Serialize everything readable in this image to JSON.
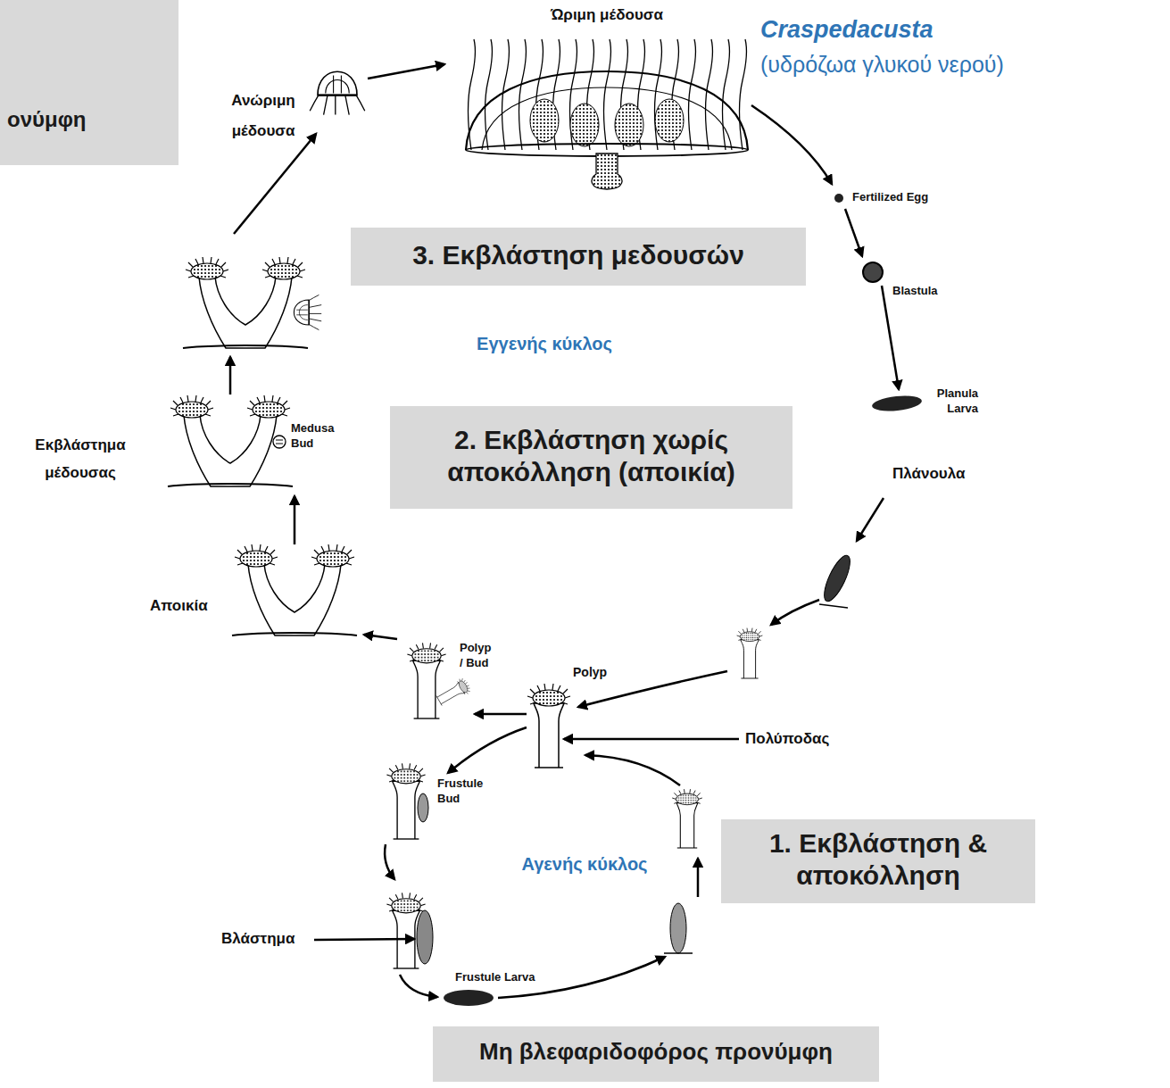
{
  "diagram": {
    "nodes": [
      {
        "text": [
          "ονύμφη"
        ]
      },
      {
        "text": [
          "3. Εκβλάστηση μεδουσών"
        ]
      },
      {
        "text": [
          "2. Εκβλάστηση χωρίς αποκόλληση (αποικία)"
        ]
      },
      {
        "text": [
          "1. Εκβλάστηση & αποκόλληση"
        ]
      },
      {
        "text": [
          "Μη βλεφαριδοφόρος προνύμφη"
        ]
      }
    ],
    "labels": [
      "Ώριμη μέδουσα",
      "Craspedacusta",
      "(υδρόζωα γλυκού νερού)",
      "Ανώριμη μέδουσα",
      "Fertilized Egg",
      "Blastula",
      "Εγγενής κύκλος",
      "Planula Larva",
      "Πλάνουλα",
      "Medusa Bud",
      "Εκβλάστημα μέδουσας",
      "Αποικία",
      "Polyp / Bud",
      "Polyp",
      "Πολύποδας",
      "Frustule Bud",
      "Αγενής κύκλος",
      "Βλάστημα",
      "Frustule Larva"
    ]
  }
}
